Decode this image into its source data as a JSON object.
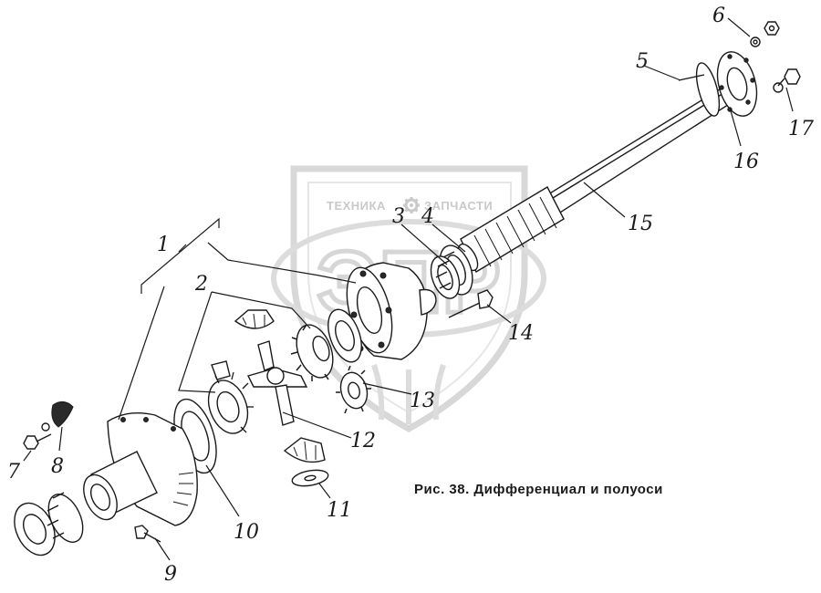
{
  "watermark": {
    "brand_left": "ТЕХНИКА",
    "brand_right": "ЗАПЧАСТИ",
    "logo_letters": "ЭПР",
    "gear_icon": "gear-icon",
    "shield_color": "#d8d8d8"
  },
  "caption": "Рис. 38. Дифференциал и полуоси",
  "callouts": [
    {
      "id": "1",
      "label": "1"
    },
    {
      "id": "2",
      "label": "2"
    },
    {
      "id": "3",
      "label": "3"
    },
    {
      "id": "4",
      "label": "4"
    },
    {
      "id": "5",
      "label": "5"
    },
    {
      "id": "6",
      "label": "6"
    },
    {
      "id": "7",
      "label": "7"
    },
    {
      "id": "8",
      "label": "8"
    },
    {
      "id": "9",
      "label": "9"
    },
    {
      "id": "10",
      "label": "10"
    },
    {
      "id": "11",
      "label": "11"
    },
    {
      "id": "12",
      "label": "12"
    },
    {
      "id": "13",
      "label": "13"
    },
    {
      "id": "14",
      "label": "14"
    },
    {
      "id": "15",
      "label": "15"
    },
    {
      "id": "16",
      "label": "16"
    },
    {
      "id": "17",
      "label": "17"
    }
  ]
}
